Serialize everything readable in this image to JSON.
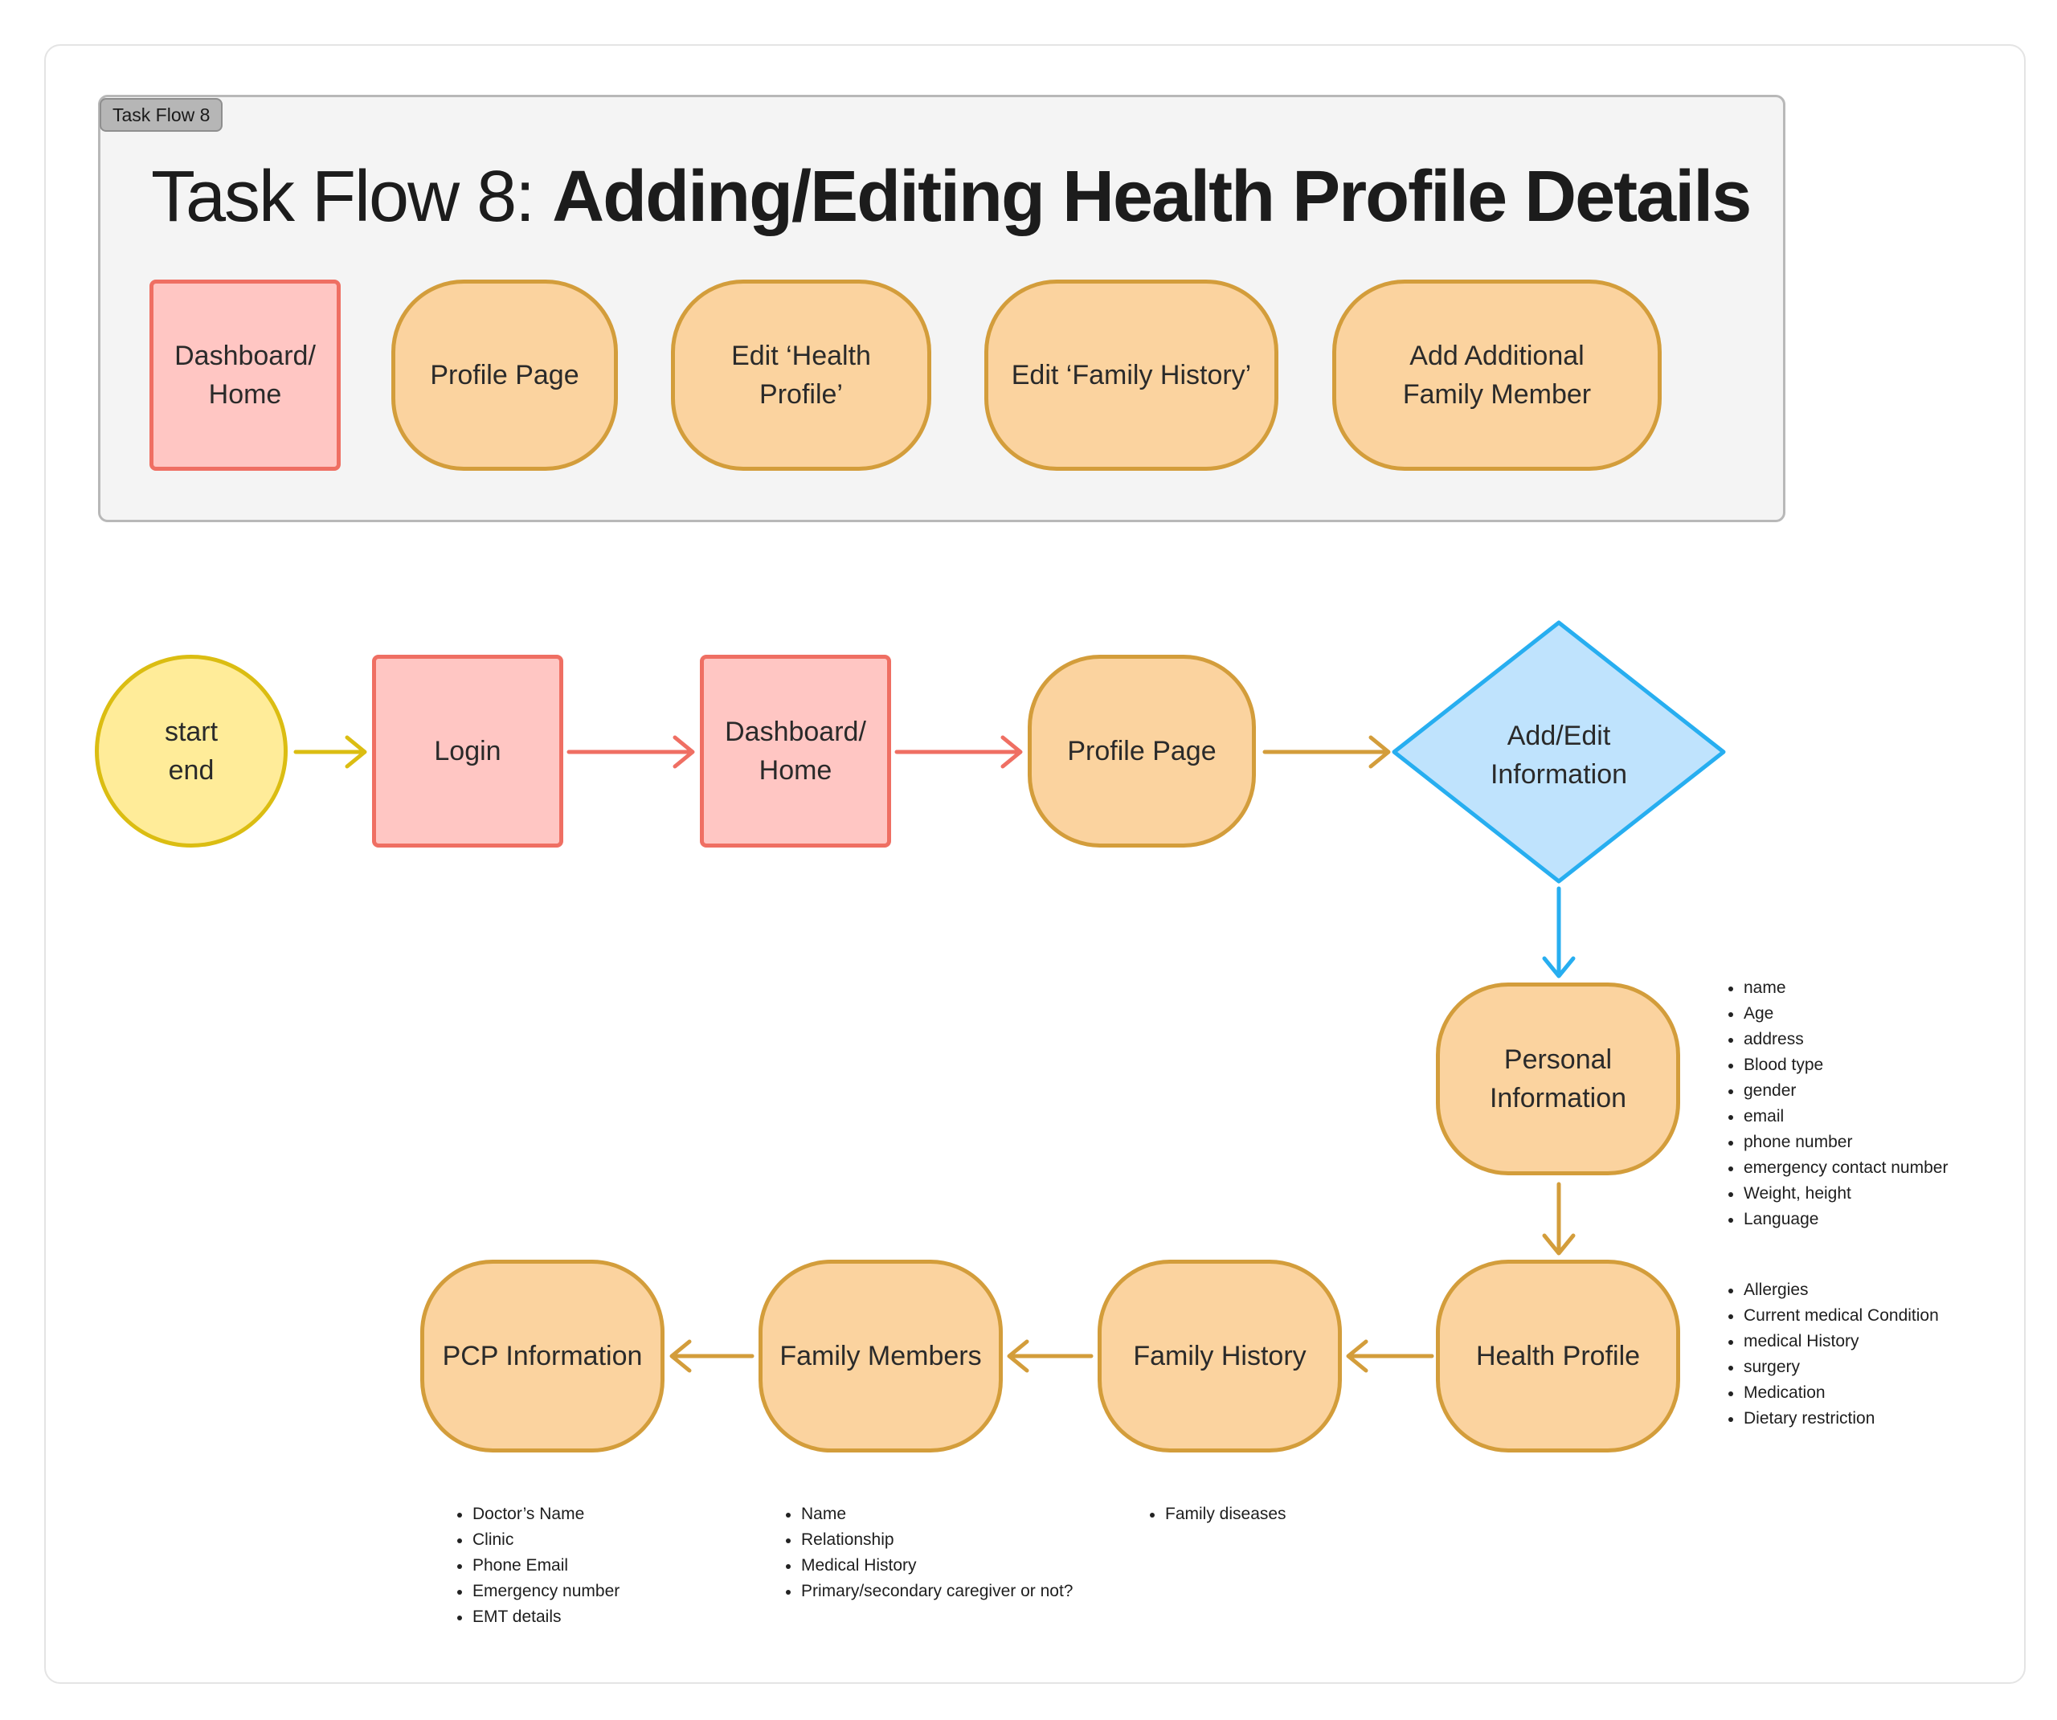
{
  "legend": {
    "tag": "Task Flow 8",
    "title_regular": "Task Flow 8: ",
    "title_bold": "Adding/Editing Health Profile Details",
    "items": [
      {
        "label": "Dashboard/\nHome",
        "shape": "rect"
      },
      {
        "label": "Profile Page",
        "shape": "pill"
      },
      {
        "label": "Edit ‘Health Profile’",
        "shape": "pill"
      },
      {
        "label": "Edit ‘Family History’",
        "shape": "pill"
      },
      {
        "label": "Add Additional\nFamily Member",
        "shape": "pill"
      }
    ]
  },
  "flow": {
    "start": "start\nend",
    "login": "Login",
    "dashboard": "Dashboard/\nHome",
    "profile_page": "Profile Page",
    "add_edit": "Add/Edit\nInformation",
    "personal_info": "Personal\nInformation",
    "health_profile": "Health Profile",
    "family_history": "Family History",
    "family_members": "Family Members",
    "pcp_info": "PCP Information"
  },
  "notes": {
    "personal_info": [
      "name",
      "Age",
      "address",
      "Blood type",
      "gender",
      "email",
      "phone number",
      "emergency contact number",
      "Weight, height",
      "Language"
    ],
    "health_profile": [
      "Allergies",
      "Current medical Condition",
      "medical History",
      "surgery",
      "Medication",
      "Dietary restriction"
    ],
    "pcp_info": [
      "Doctor’s Name",
      "Clinic",
      "Phone Email",
      "Emergency number",
      "EMT details"
    ],
    "family_members": [
      "Name",
      "Relationship",
      "Medical History",
      "Primary/secondary caregiver or not?"
    ],
    "family_history": [
      "Family diseases"
    ]
  },
  "colors": {
    "start_fill": "#ffec99",
    "start_stroke": "#dbbd12",
    "screen_fill": "#ffc6c3",
    "screen_stroke": "#ef6f63",
    "page_fill": "#fbd39f",
    "page_stroke": "#d39d3b",
    "decision_fill": "#bfe3fd",
    "decision_stroke": "#27aef0"
  }
}
